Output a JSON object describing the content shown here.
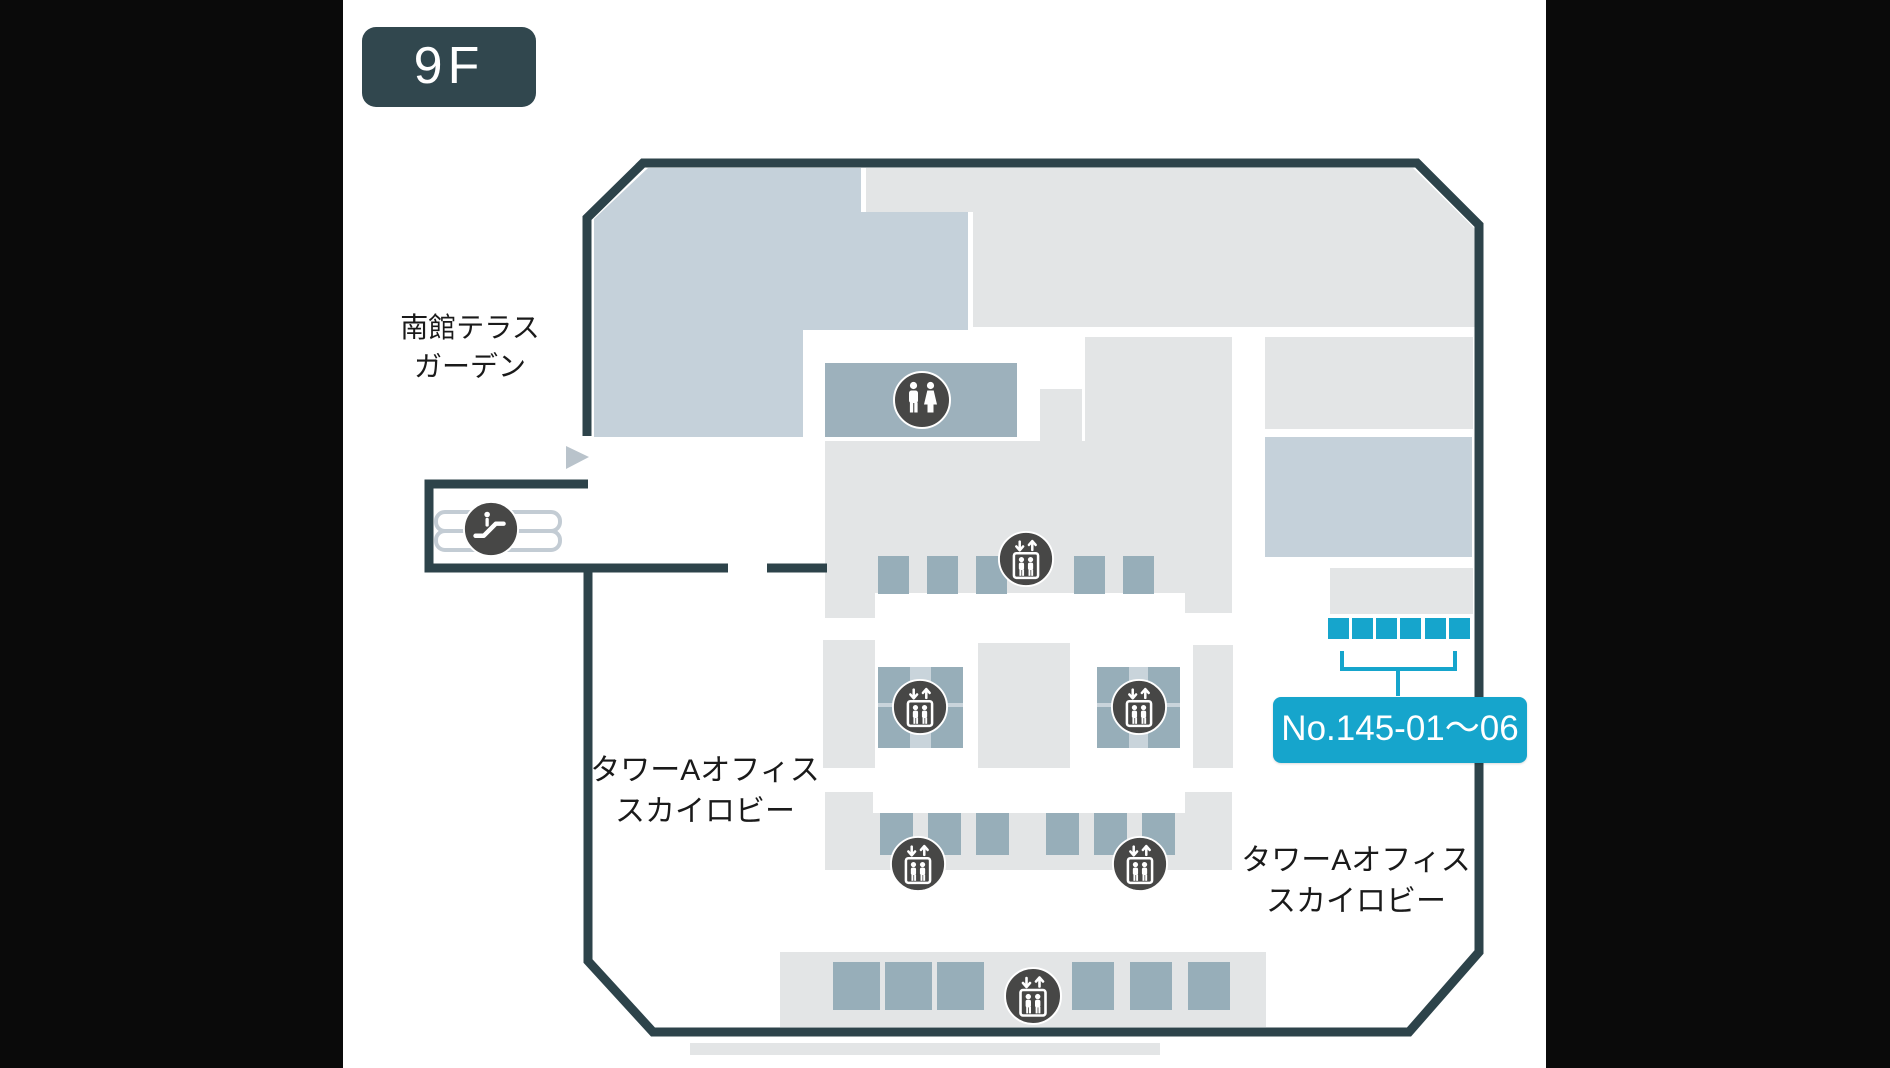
{
  "floor_badge": {
    "label": "9F"
  },
  "area_labels": {
    "terrace": {
      "line1": "南館テラス",
      "line2": "ガーデン"
    },
    "sky_lobby_left": {
      "line1": "タワーAオフィス",
      "line2": "スカイロビー"
    },
    "sky_lobby_right": {
      "line1": "タワーAオフィス",
      "line2": "スカイロビー"
    }
  },
  "unit_callout": {
    "label": "No.145-01〜06",
    "unit_count": 6
  },
  "icons": {
    "restroom": "restroom-icon",
    "elevator": "elevator-icon",
    "escalator": "escalator-icon",
    "entrance_arrow": "direction-arrow-icon"
  },
  "colors": {
    "background": "#0a0a0a",
    "panel": "#ffffff",
    "outline": "#2d434a",
    "badge_bg": "#31474e",
    "badge_text": "#ffffff",
    "area_blue_gray": "#c5d1da",
    "area_light_gray": "#e3e5e6",
    "band_blue": "#9db1bc",
    "cell_blue": "#97aeb9",
    "cell_gap": "#c9d4db",
    "icon_circle": "#474746",
    "accent_cyan": "#16a5cc",
    "label_text": "#1a1a1a",
    "arrow_gray": "#b9c3cb",
    "escalator_track": "#c3ccd4"
  }
}
